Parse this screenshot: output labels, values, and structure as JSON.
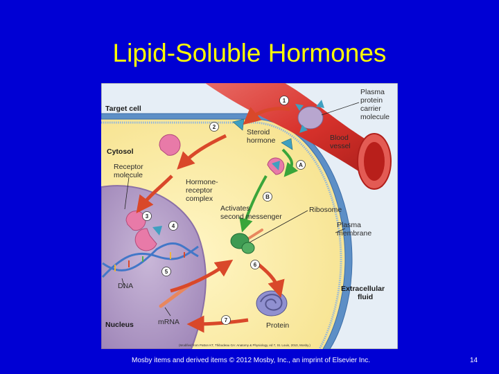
{
  "slide": {
    "title": "Lipid-Soluble Hormones",
    "footer": "Mosby items and derived items © 2012 Mosby, Inc., an imprint of Elsevier Inc.",
    "page_number": "14"
  },
  "diagram": {
    "labels": {
      "target_cell": "Target cell",
      "cytosol": "Cytosol",
      "receptor_1": "Receptor",
      "receptor_2": "molecule",
      "hrc_1": "Hormone-",
      "hrc_2": "receptor",
      "hrc_3": "complex",
      "steroid_1": "Steroid",
      "steroid_2": "hormone",
      "ppcm_1": "Plasma",
      "ppcm_2": "protein",
      "ppcm_3": "carrier",
      "ppcm_4": "molecule",
      "blood_1": "Blood",
      "blood_2": "vessel",
      "activates_1": "Activates",
      "activates_2": "second messenger",
      "ribosome": "Ribosome",
      "pm_1": "Plasma",
      "pm_2": "membrane",
      "dna": "DNA",
      "mrna": "mRNA",
      "nucleus": "Nucleus",
      "protein": "Protein",
      "ecf_1": "Extracellular",
      "ecf_2": "fluid",
      "credit": "(Modified from Patton KT, Thibodeau GA: Anatomy & Physiology, ed 7, St. Louis, 2010, Mosby.)"
    },
    "steps": [
      "1",
      "2",
      "3",
      "4",
      "5",
      "6",
      "7",
      "A",
      "B"
    ]
  }
}
